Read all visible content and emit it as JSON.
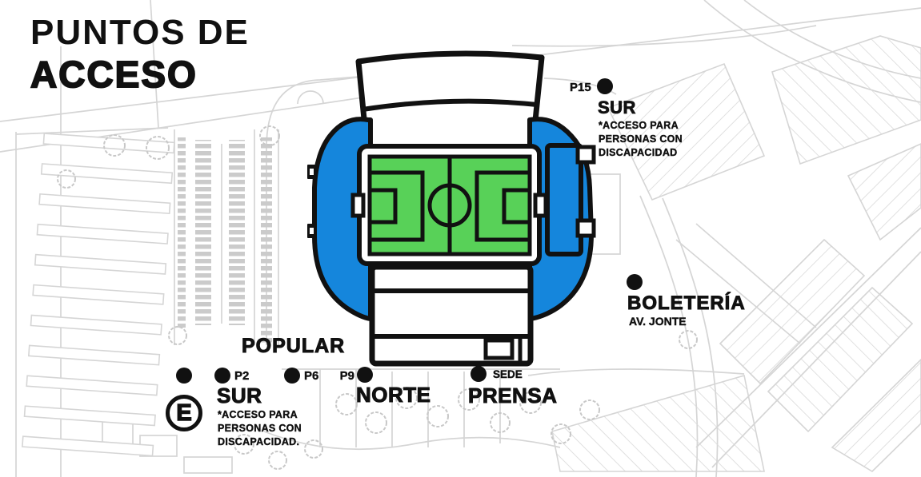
{
  "title": {
    "line1": "PUNTOS DE",
    "line2": "ACCESO"
  },
  "colors": {
    "stand_blue": "#1586dc",
    "pitch_green": "#58d158",
    "ink": "#111111",
    "map_line": "#d5d5d5",
    "map_fill": "#cbcbcb"
  },
  "labels": {
    "p15": {
      "gate": "P15",
      "name": "SUR",
      "note": "*ACCESO PARA\nPERSONAS CON\nDISCAPACIDAD"
    },
    "boleteria": {
      "name": "BOLETERÍA",
      "street": "AV. JONTE"
    },
    "popular": {
      "name": "POPULAR"
    },
    "sur": {
      "name": "SUR",
      "e_symbol": "E",
      "note": "*ACCESO PARA\nPERSONAS CON\nDISCAPACIDAD."
    },
    "norte": {
      "name": "NORTE",
      "gate": "P9"
    },
    "prensa": {
      "name": "PRENSA",
      "gate": "SEDE"
    },
    "gates": {
      "p2": "P2",
      "p6": "P6"
    }
  }
}
